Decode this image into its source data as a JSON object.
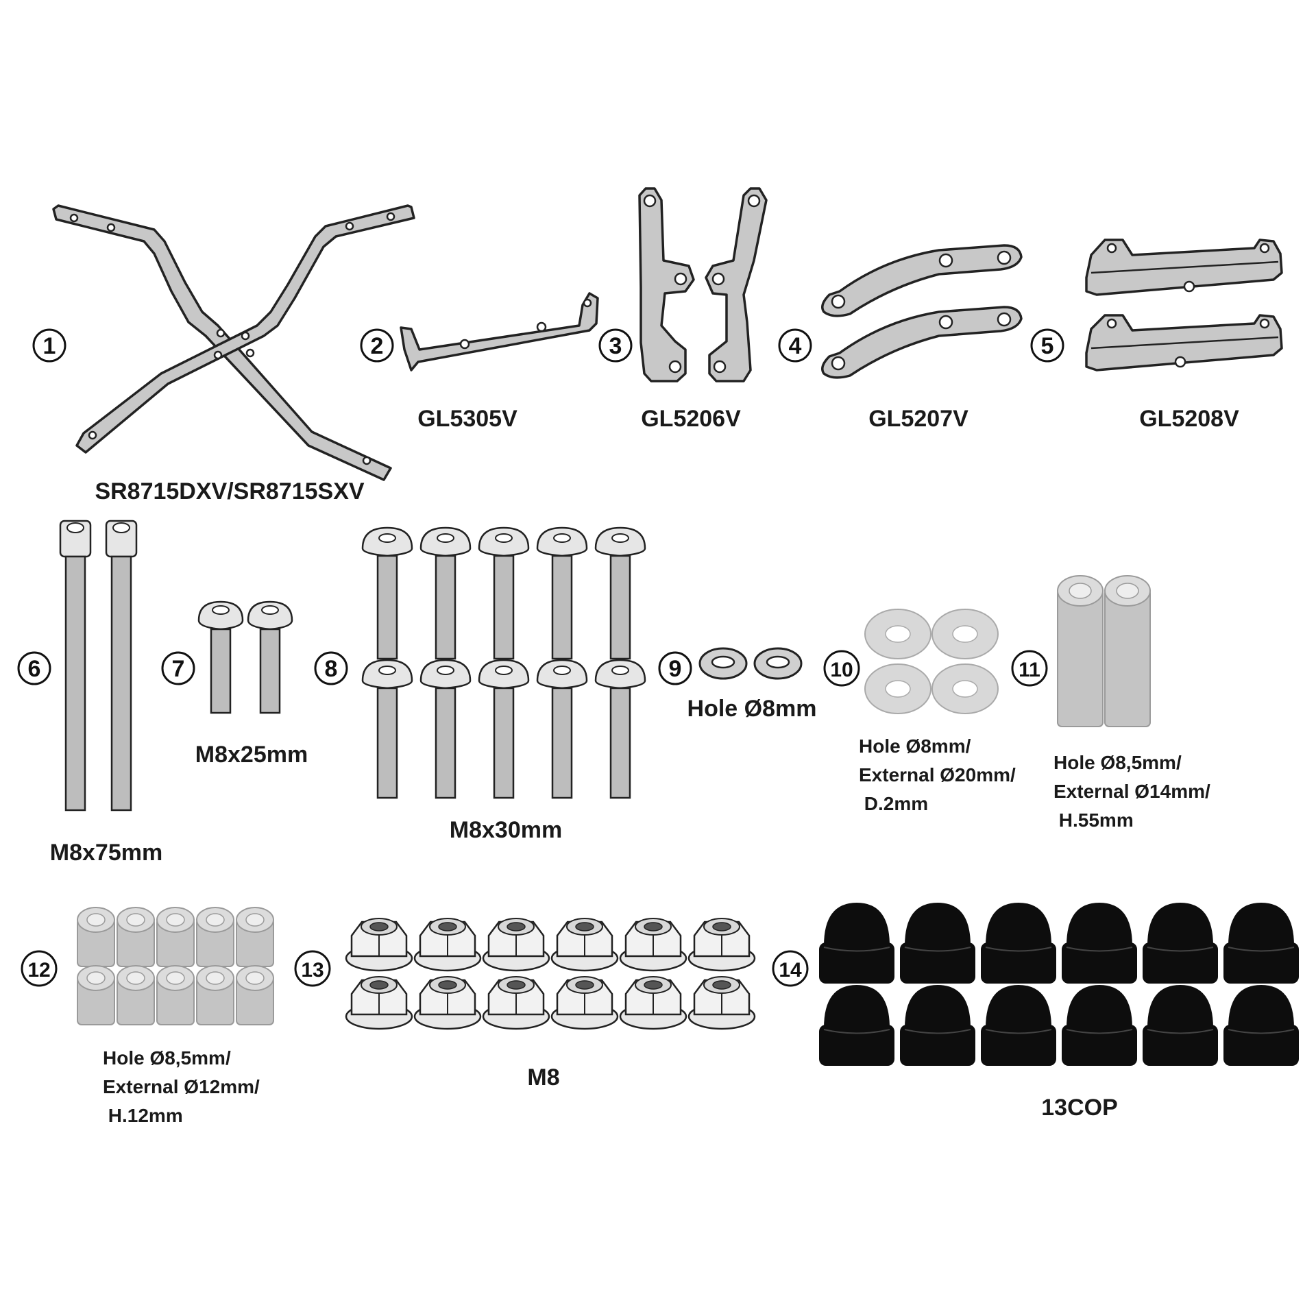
{
  "parts": [
    {
      "num": "1",
      "code": "SR8715DXV/SR8715SXV"
    },
    {
      "num": "2",
      "code": "GL5305V"
    },
    {
      "num": "3",
      "code": "GL5206V"
    },
    {
      "num": "4",
      "code": "GL5207V"
    },
    {
      "num": "5",
      "code": "GL5208V"
    },
    {
      "num": "6",
      "spec": "M8x75mm"
    },
    {
      "num": "7",
      "spec": "M8x25mm"
    },
    {
      "num": "8",
      "spec": "M8x30mm"
    },
    {
      "num": "9",
      "spec": "Hole Ø8mm"
    },
    {
      "num": "10",
      "spec_lines": [
        "Hole Ø8mm/",
        "External Ø20mm/",
        " D.2mm"
      ]
    },
    {
      "num": "11",
      "spec_lines": [
        "Hole Ø8,5mm/",
        "External Ø14mm/",
        " H.55mm"
      ]
    },
    {
      "num": "12",
      "spec_lines": [
        "Hole Ø8,5mm/",
        "External Ø12mm/",
        " H.12mm"
      ]
    },
    {
      "num": "13",
      "spec": "M8"
    },
    {
      "num": "14",
      "code": "13COP"
    }
  ],
  "colors": {
    "line": "#222222",
    "metal": "#c8c8c8",
    "cap": "#0d0d0d"
  }
}
